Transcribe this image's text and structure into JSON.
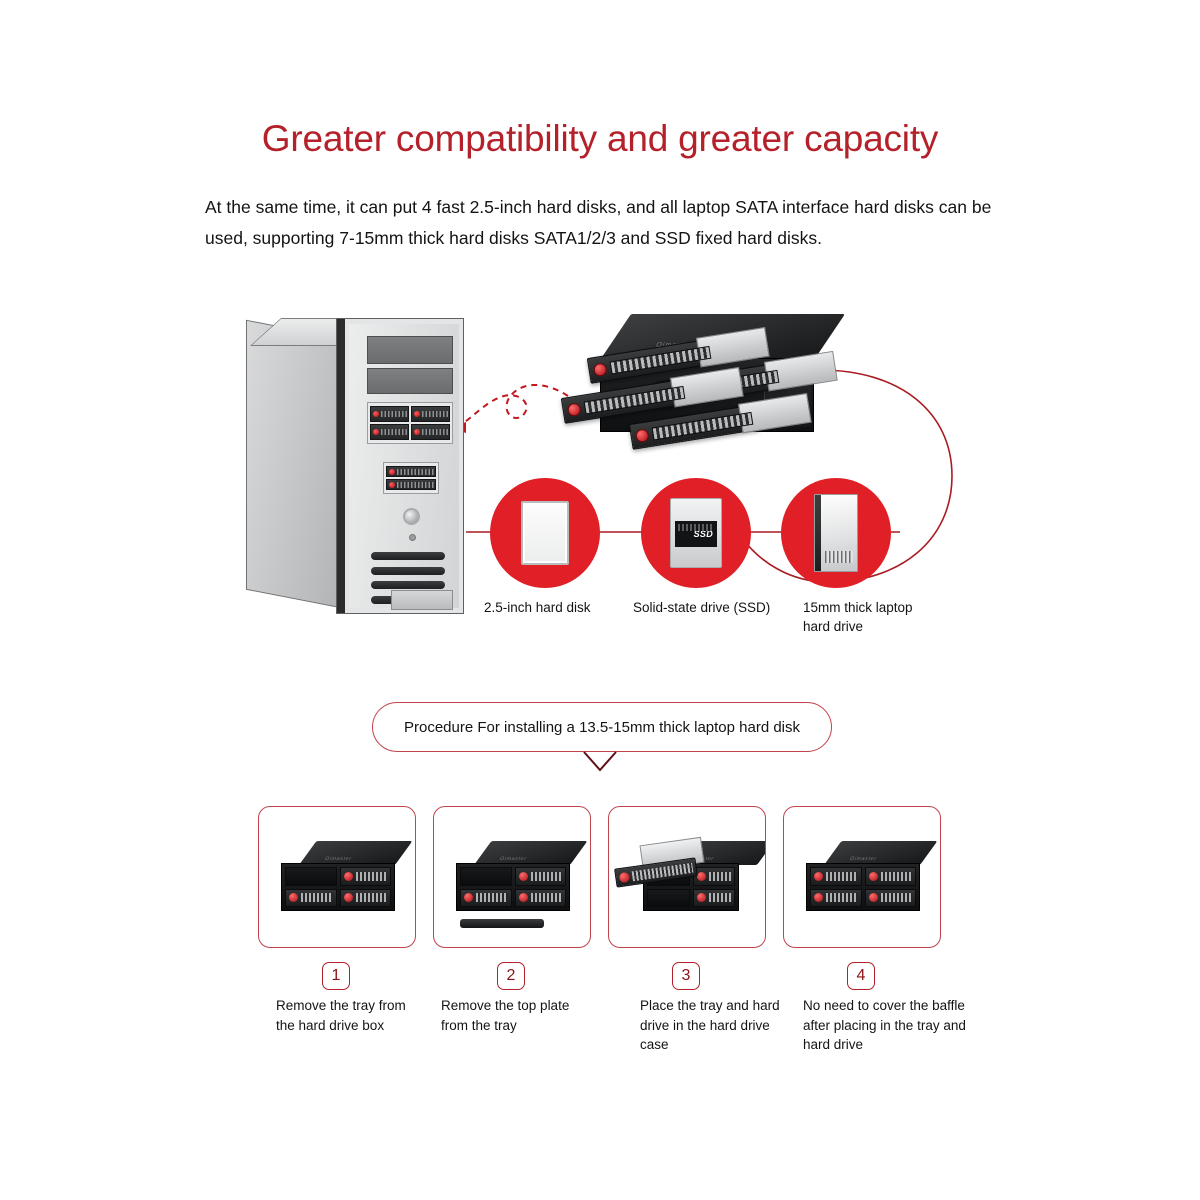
{
  "header": {
    "title": "Greater compatibility and greater capacity",
    "paragraph": "At the same time, it can put 4 fast 2.5-inch hard disks, and all laptop SATA interface hard disks can be used, supporting 7-15mm thick hard disks SATA1/2/3 and SSD fixed  hard disks."
  },
  "hero": {
    "tower_name": "desktop-pc-tower",
    "backplane_name": "4-bay-mobile-rack-enclosure",
    "backplane_brand": "Oimaster",
    "callouts": [
      {
        "label": "2.5-inch hard disk",
        "icon": "hard-disk-25-icon"
      },
      {
        "label": "Solid-state drive (SSD)",
        "icon": "ssd-icon",
        "chip_text": "SSD"
      },
      {
        "label": "15mm thick laptop hard drive",
        "icon": "thick-laptop-hdd-icon"
      }
    ]
  },
  "procedure": {
    "banner": "Procedure For installing a 13.5-15mm thick laptop hard disk",
    "steps": [
      {
        "number": "1",
        "caption": "Remove the tray from the hard drive box"
      },
      {
        "number": "2",
        "caption": "Remove the top plate from the tray"
      },
      {
        "number": "3",
        "caption": "Place the tray and hard drive in the hard drive case"
      },
      {
        "number": "4",
        "caption": "No need to cover the baffle after placing in the tray and hard drive"
      }
    ]
  },
  "colors": {
    "title_red": "#b5212a",
    "circle_red": "#e01f26",
    "line_red": "#a81c23",
    "frame_red": "#c0444c"
  }
}
